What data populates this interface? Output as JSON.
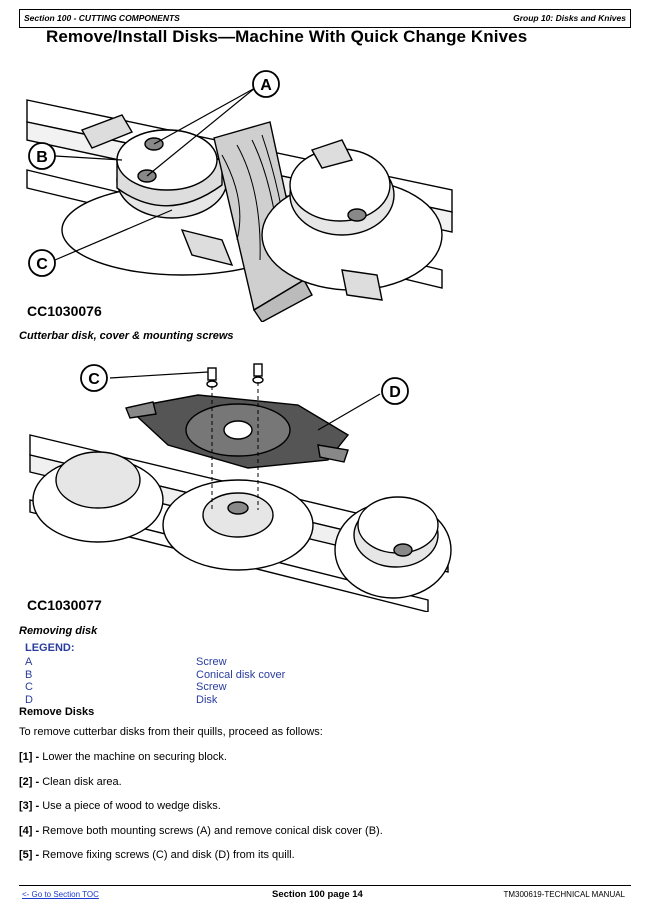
{
  "header": {
    "section": "Section 100 - CUTTING COMPONENTS",
    "group": "Group 10: Disks and Knives"
  },
  "title": "Remove/Install Disks—Machine With Quick Change Knives",
  "figure1": {
    "id": "CC1030076",
    "caption": "Cutterbar disk, cover & mounting screws",
    "callouts": [
      "A",
      "B",
      "C"
    ]
  },
  "figure2": {
    "id": "CC1030077",
    "caption": "Removing disk",
    "callouts": [
      "C",
      "D"
    ]
  },
  "legend": {
    "title": "LEGEND:",
    "items": [
      {
        "key": "A",
        "value": "Screw"
      },
      {
        "key": "B",
        "value": "Conical disk cover"
      },
      {
        "key": "C",
        "value": "Screw"
      },
      {
        "key": "D",
        "value": "Disk"
      }
    ]
  },
  "section_heading": "Remove Disks",
  "intro": "To remove cutterbar disks from their quills, proceed as follows:",
  "steps": [
    {
      "num": "[1] -",
      "text": " Lower the machine on securing block."
    },
    {
      "num": "[2] -",
      "text": " Clean disk area."
    },
    {
      "num": "[3] -",
      "text": " Use a piece of wood to wedge disks."
    },
    {
      "num": "[4] -",
      "text": " Remove both mounting screws (A) and remove conical disk cover (B)."
    },
    {
      "num": "[5] -",
      "text": " Remove fixing screws (C) and disk (D) from its quill."
    }
  ],
  "footer": {
    "toc_link": "<- Go to Section TOC",
    "page": "Section 100 page 14",
    "manual": "TM300619-TECHNICAL MANUAL"
  }
}
